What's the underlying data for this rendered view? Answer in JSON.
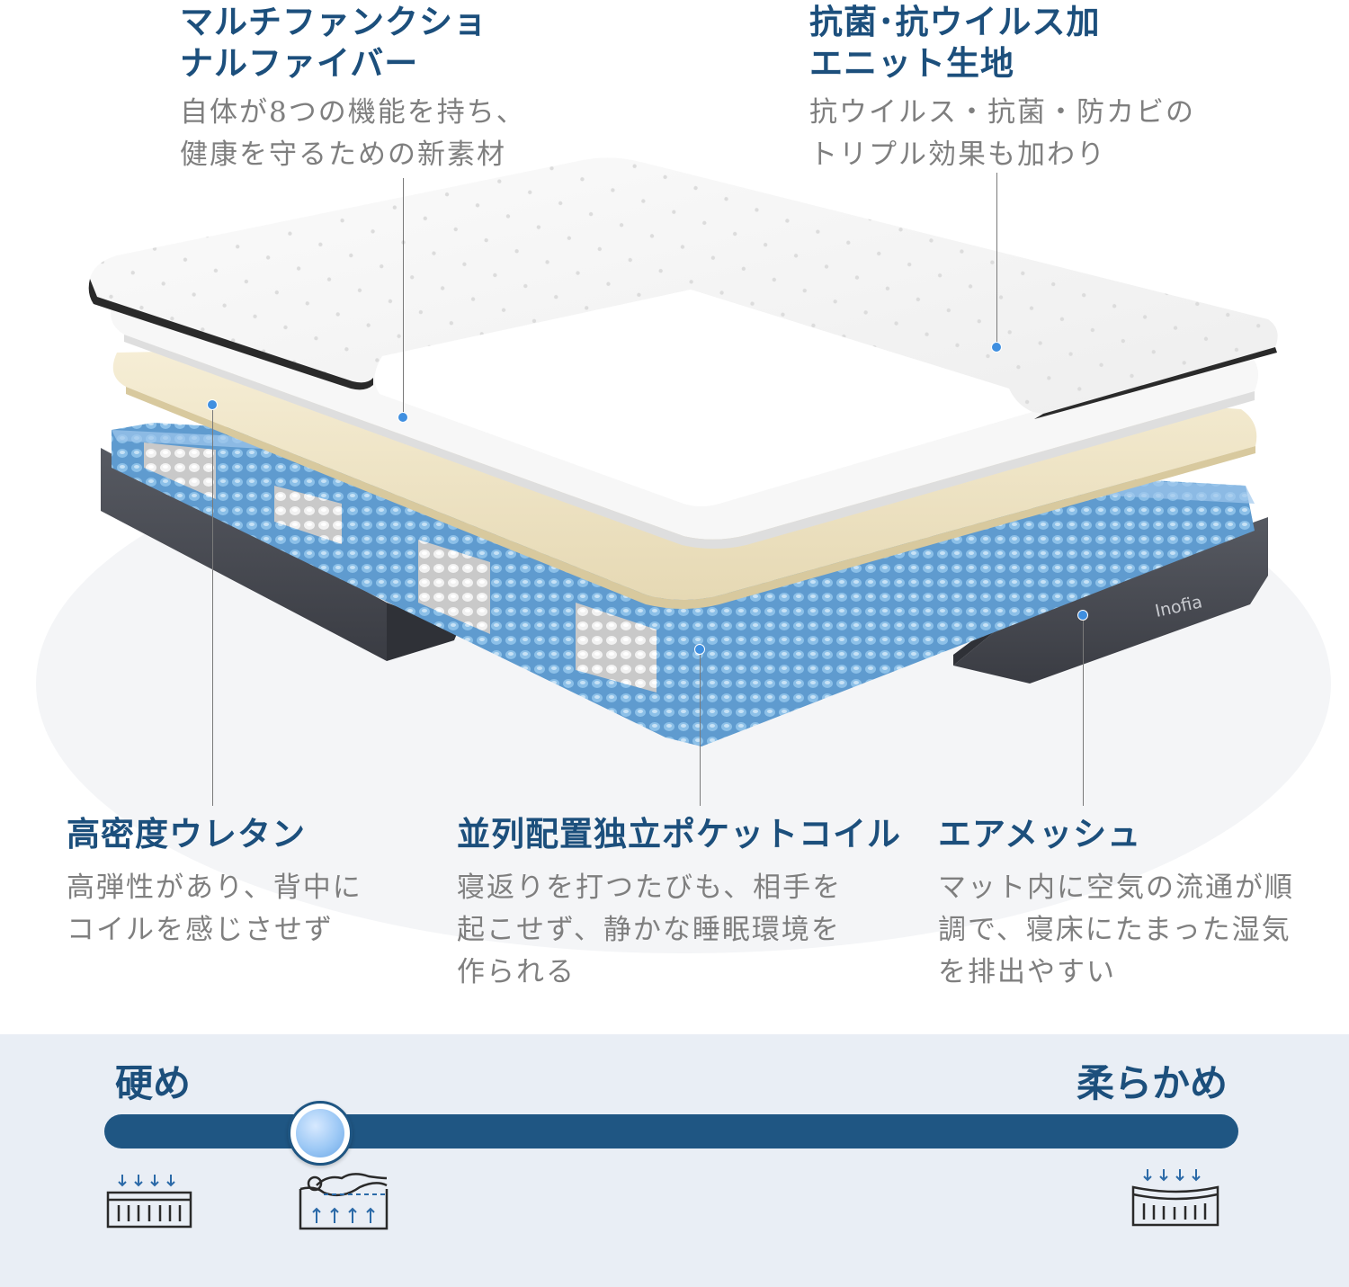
{
  "brand_mark": "Inofia",
  "features": {
    "fiber": {
      "title_lines": [
        "マルチファンクショ",
        "ナルファイバー"
      ],
      "desc_lines": [
        "自体が8つの機能を持ち、",
        "健康を守るための新素材"
      ]
    },
    "knit": {
      "title_lines": [
        "抗菌･抗ウイルス加",
        "エニット生地"
      ],
      "desc_lines": [
        "抗ウイルス・抗菌・防カビの",
        "トリプル効果も加わり"
      ]
    },
    "urethane": {
      "title_lines": [
        "高密度ウレタン"
      ],
      "desc_lines": [
        "高弾性があり、背中に",
        "コイルを感じさせず"
      ]
    },
    "coil": {
      "title_lines": [
        "並列配置独立ポケットコイル"
      ],
      "desc_lines": [
        "寝返りを打つたびも、相手を",
        "起こせず、静かな睡眠環境を",
        "作られる"
      ]
    },
    "mesh": {
      "title_lines": [
        "エアメッシュ"
      ],
      "desc_lines": [
        "マット内に空気の流通が順",
        "調で、寝床にたまった湿気",
        "を排出やすい"
      ]
    }
  },
  "firmness_scale": {
    "left_label": "硬め",
    "right_label": "柔らかめ",
    "level": 0.18
  },
  "colors": {
    "title": "#1c4f7c",
    "text": "#7f7f7f",
    "accent_dot": "#3f8fe0",
    "track": "#1f5683",
    "band": "#e9eef5",
    "coil_blue": "#6fa6d4",
    "coil_white": "#e6e6e6",
    "base_gray": "#4a4d55",
    "urethane": "#f1e7c9"
  },
  "icons": [
    "firm-mattress-icon",
    "body-support-icon",
    "soft-mattress-icon"
  ]
}
